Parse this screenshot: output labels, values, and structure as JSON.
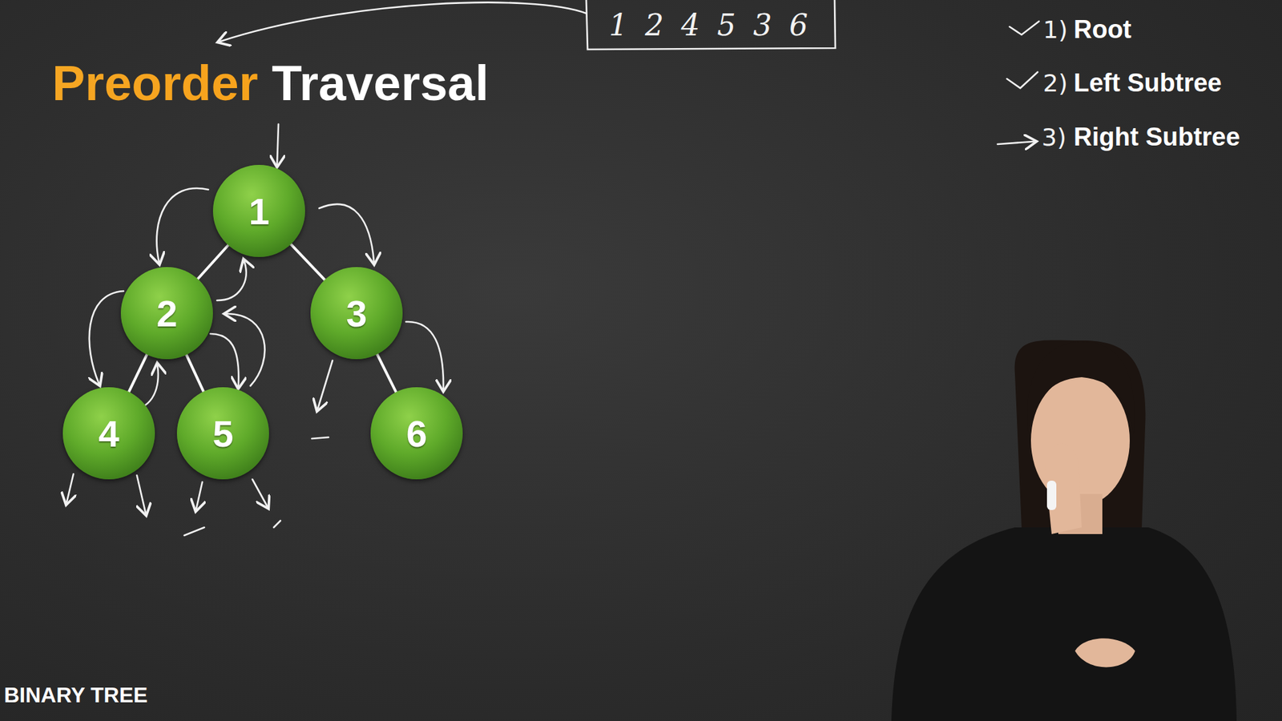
{
  "diagram": {
    "title": "Preorder Traversal",
    "nodes": [
      {
        "text": [
          "1"
        ]
      },
      {
        "text": [
          "2"
        ]
      },
      {
        "text": [
          "3"
        ]
      },
      {
        "text": [
          "4"
        ]
      },
      {
        "text": [
          "5"
        ]
      },
      {
        "text": [
          "6"
        ]
      }
    ],
    "edges": [
      {
        "from": 0,
        "to": 1,
        "arrow": "none"
      },
      {
        "from": 0,
        "to": 2,
        "arrow": "none"
      },
      {
        "from": 1,
        "to": 3,
        "arrow": "none"
      },
      {
        "from": 1,
        "to": 4,
        "arrow": "none"
      },
      {
        "from": 2,
        "to": 5,
        "arrow": "none"
      }
    ],
    "labels": [
      "1 2 4 5 3 6",
      "1)",
      "Root",
      "2)",
      "Left Subtree",
      "3)",
      "Right Subtree",
      "BINARY TREE"
    ]
  }
}
